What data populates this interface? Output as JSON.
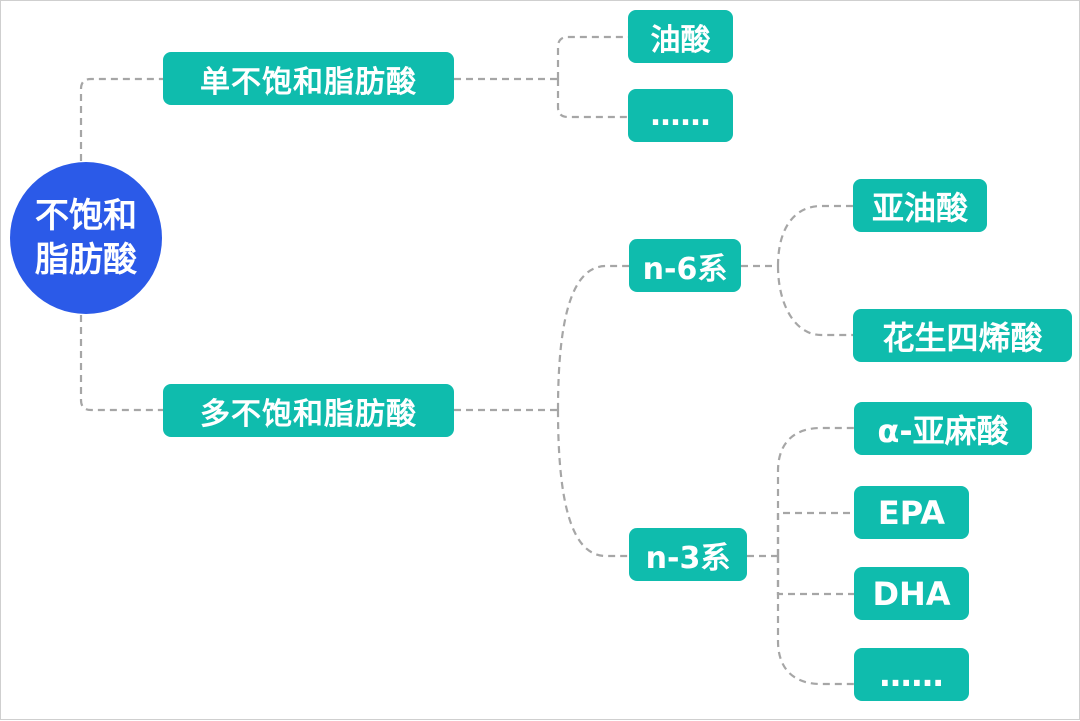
{
  "diagram": {
    "root": {
      "line1": "不饱和",
      "line2": "脂肪酸"
    },
    "mono": {
      "label": "单不饱和脂肪酸",
      "children": [
        "油酸",
        "……"
      ]
    },
    "poly": {
      "label": "多不饱和脂肪酸",
      "n6": {
        "label": "n-6系",
        "children": [
          "亚油酸",
          "花生四烯酸"
        ]
      },
      "n3": {
        "label": "n-3系",
        "children": [
          "α-亚麻酸",
          "EPA",
          "DHA",
          "……"
        ]
      }
    },
    "colors": {
      "root": "#2b5ae8",
      "node": "#0fbcad",
      "connector": "#a6a6a6",
      "text": "#ffffff"
    }
  }
}
